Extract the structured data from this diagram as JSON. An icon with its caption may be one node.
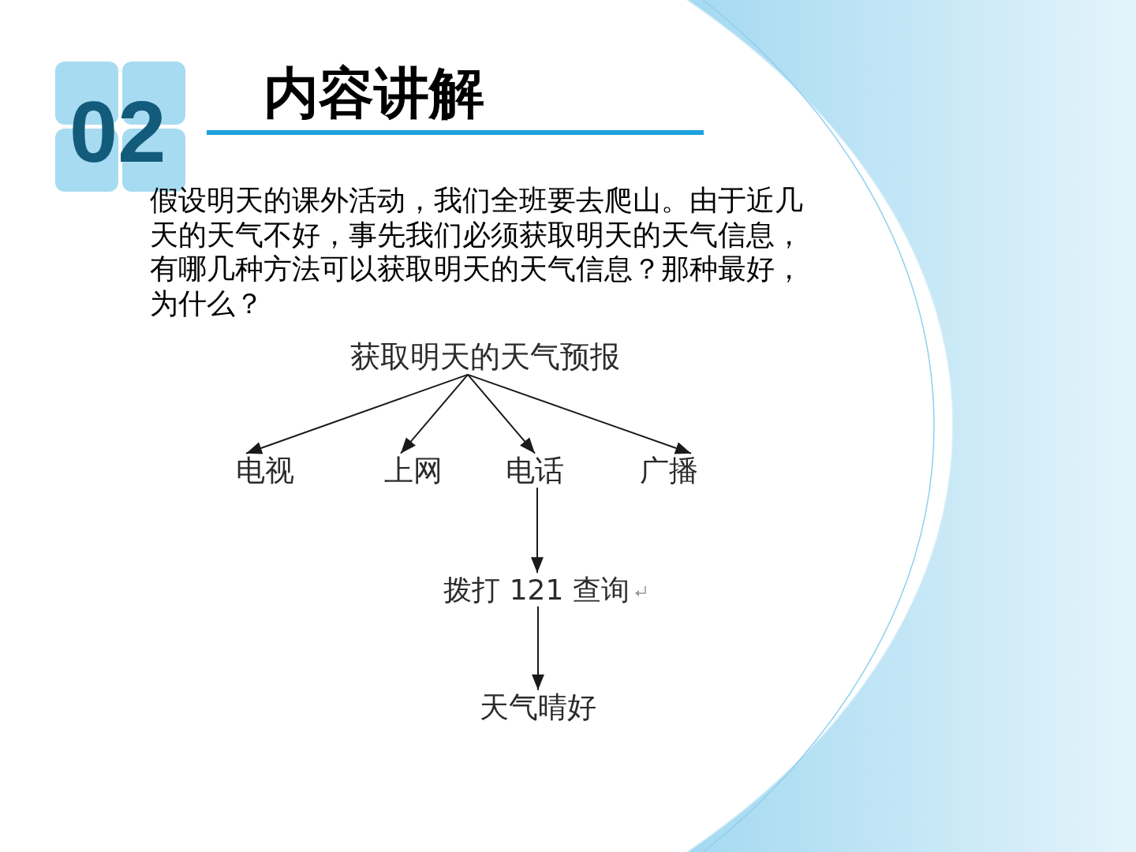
{
  "diagram": {
    "title": "内容讲解",
    "nodes": [
      {
        "text": [
          "获取明天的天气预报"
        ]
      },
      {
        "text": [
          "电视"
        ]
      },
      {
        "text": [
          "上网"
        ]
      },
      {
        "text": [
          "电话"
        ]
      },
      {
        "text": [
          "广播"
        ]
      },
      {
        "text": [
          "拨打 121 查询"
        ]
      },
      {
        "text": [
          "天气晴好"
        ]
      }
    ],
    "edges": [
      {
        "from": 0,
        "to": 1,
        "arrow": "to"
      },
      {
        "from": 0,
        "to": 2,
        "arrow": "to"
      },
      {
        "from": 0,
        "to": 3,
        "arrow": "to"
      },
      {
        "from": 0,
        "to": 4,
        "arrow": "to"
      },
      {
        "from": 3,
        "to": 5,
        "arrow": "to"
      },
      {
        "from": 5,
        "to": 6,
        "arrow": "to"
      }
    ],
    "labels": [
      "02",
      "假设明天的课外活动，我们全班要去爬山。由于近几天的天气不好，事先我们必须获取明天的天气信息，有哪几种方法可以获取明天的天气信息？那种最好，为什么？"
    ]
  }
}
